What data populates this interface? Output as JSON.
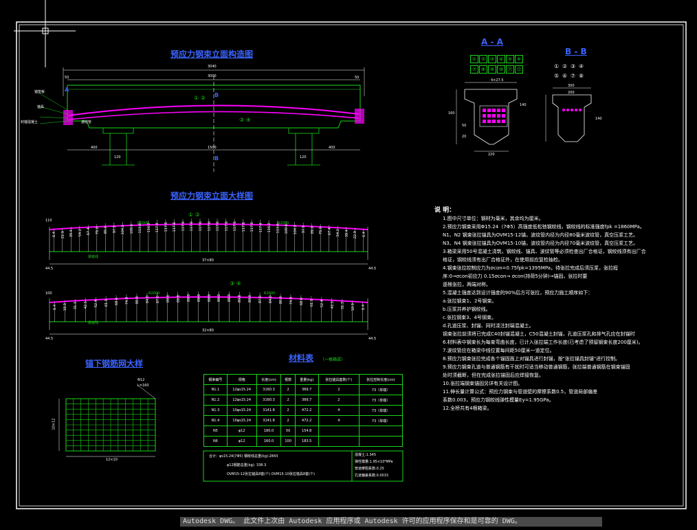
{
  "drawing_titles": {
    "elevation_duct": "预应力钢束立面构造图",
    "elevation_large": "预应力钢束立面大样图",
    "rebar_mesh": "锚下钢筋网大样",
    "material_table": "材料表",
    "material_table_sub": "（一根箱梁）",
    "section_a": "A - A",
    "section_b": "B - B"
  },
  "elevation_labels": {
    "total_len": "3040",
    "inner_len": "3000",
    "end_dim_left": "50",
    "end_dim_right": "50",
    "left_dim": "400",
    "center_dim": "1500",
    "right_dim": "400",
    "pier_left": "120",
    "pier_right": "120",
    "tendon_12": "① ②",
    "tendon_34": "③ ④",
    "mark_b_top": "B",
    "mark_b_bottom": "B",
    "mark_a": "A",
    "left_tag_1": "锚垫板",
    "left_tag_2": "锚具",
    "left_tag_3": "波纹管",
    "left_tag_4": "封锚混凝土"
  },
  "large_labels": {
    "tendon_12": "① ②",
    "tendon_34": "③ ④",
    "r1": "R2000",
    "r2": "R2000",
    "r3": "R2000",
    "r4": "R2000",
    "span1": "37×80",
    "span2": "32×80",
    "left_end1": "44.5",
    "right_end1": "44.5",
    "left_end2": "44.5",
    "right_end2": "44.5",
    "base1": "梁底线",
    "base2": "梁底线",
    "h1": "110",
    "h2": "100"
  },
  "tendon_values_1": [
    "6.4",
    "22.9",
    "39.4",
    "54.2",
    "67.4",
    "79.0",
    "89.0",
    "97.5",
    "104.2",
    "109.6",
    "113.6",
    "116.2",
    "117.4",
    "117.6",
    "117.6",
    "117.6",
    "117.6",
    "117.6",
    "117.6",
    "117.6",
    "117.6",
    "117.6",
    "117.6",
    "117.6",
    "117.4",
    "116.2",
    "113.6",
    "109.6",
    "104.2",
    "97.5",
    "89.0",
    "79.0",
    "67.4",
    "54.2",
    "39.4",
    "22.9",
    "6.4"
  ],
  "tendon_values_2": [
    "6.4",
    "18.9",
    "31.3",
    "42.5",
    "52.4",
    "61.1",
    "68.6",
    "74.9",
    "80.0",
    "84.0",
    "87.0",
    "89.0",
    "89.8",
    "89.9",
    "89.9",
    "89.9",
    "89.9",
    "89.9",
    "89.8",
    "89.0",
    "87.0",
    "84.0",
    "80.0",
    "74.9",
    "68.6",
    "61.1",
    "52.4",
    "42.5",
    "31.3",
    "18.9",
    "6.4"
  ],
  "mesh": {
    "label_phi": "Φ12",
    "label_len": "L=160",
    "width": "12×10",
    "height": "10×12"
  },
  "section_a_circles": [
    "①",
    "②",
    "③",
    "④",
    "⑤",
    "⑥",
    "⑦",
    "⑧",
    "⑨",
    "⑩",
    "⑪",
    "⑫"
  ],
  "section_a_dims": {
    "top": "4×27.5",
    "bottom_w": "220",
    "mid": "140",
    "h_total": "160",
    "left": "20",
    "lefth": "50"
  },
  "section_b_circles": [
    "①",
    "②",
    "③",
    "④",
    "⑤",
    "⑥",
    "⑦",
    "⑧"
  ],
  "section_b_dims": {
    "top": "300",
    "mid": "200",
    "h": "140"
  },
  "material_table": {
    "headers": [
      "钢束编号",
      "规格",
      "长度(cm)",
      "根数",
      "重量(kg)",
      "张拉锚具套数(个)",
      "张拉控制长度(cm)"
    ],
    "rows": [
      [
        "N1.1",
        "12φs15.24",
        "3160.3",
        "2",
        "369.7",
        "2",
        "73（单端）"
      ],
      [
        "N1.2",
        "12φs15.24",
        "3160.3",
        "2",
        "369.7",
        "2",
        "73（单端）"
      ],
      [
        "N1.3",
        "10φs15.24",
        "3141.8",
        "2",
        "472.2",
        "4",
        "73（单端）"
      ],
      [
        "N1.4",
        "10φs15.24",
        "3141.8",
        "2",
        "472.2",
        "4",
        "73（单端）"
      ],
      [
        "N5",
        "φ12",
        "180.0",
        "50",
        "154.8",
        "",
        ""
      ],
      [
        "N6",
        "φ12",
        "160.0",
        "100",
        "183.5",
        "",
        ""
      ]
    ],
    "total_line1": "合计：φs15.24(7Φ5)  钢绞线总重(kg):2843",
    "total_line2": "φ12钢筋总重(kg): 338.3",
    "total_line3": "OVM15-12张拉锚具8套(个)  OVM15-10张拉锚具8套(个)",
    "side_1": "混凝土:1.345",
    "side_2": "弹性模量:1.95×10⁵MPa",
    "side_3": "管道摩阻系数:0.25",
    "side_4": "孔道偏差系数:0.0015"
  },
  "notes": {
    "heading": "说 明：",
    "lines": [
      "1.图中尺寸单位：钢材为毫米，其余均为厘米。",
      "2.预应力钢束采用Φ15.24（7Φ5）高强度低松弛钢绞线，钢绞线的标准强度fpk =1860MPa。",
      "  N1、N2 钢束张拉锚具为OVM15-12锚，波纹管内径为内径80毫米波纹管，真空压浆工艺。",
      "  N3、N4 钢束张拉锚具为OVM15-10锚，波纹管内径为内径70毫米波纹管，真空压浆工艺。",
      "3.箱梁采用50号混凝土浇筑，钢绞线、锚具、波纹管等必须检查出厂合格证，钢绞线须有出厂合",
      "  格证，钢绞线须有出厂合格证外，在使用前应复检抽检。",
      "4.钢束张拉控制应力为σcon=0.75fpk=1395MPa，待张拉完成后须压浆，张拉程",
      "  序:0→σcon初应力 0.15σcon→ σcon(持荷5分钟)→锚固，张拉时要",
      "  逐根张拉，两端对称。",
      "5.混凝土强度达到设计强度的90%后方可张拉，预应力施工顺序如下：",
      "  a.张拉钢束1、2号钢束。",
      "  b.压浆并养护钢绞线。",
      "  c.张拉钢束3、4号钢束。",
      "  d.孔道压浆、封锚、同时浇注封端混凝土。",
      "  钢束张拉前须将已完成C40封锚混凝土，C50混凝土封锚，孔道压浆孔和排气孔应在封锚时",
      "6.材料表中钢束长为每束弯曲长度，已计入张拉端工作长度(已考虑了预留钢束长度200厘米)。",
      "7.波纹管应在箱梁中线位置每间距50厘米一道定位。",
      "8.预应力钢束张拉完成各个锚固面上对锚具进行封锚，按\"张拉锚具封锚\"进行控制。",
      "9.预应力钢束孔道与普通钢筋有干扰时可适当移动普通钢筋，张拉端普通钢筋在钢束锚固",
      "  处时须截断，但在完成张拉锚固后应焊接恢复。",
      "10.张拉端钢束锚固另详有关设计图。",
      "11.伸长量计算公式：预应力钢束与管道壁的摩擦系数0.5，管道局部偏差",
      "   系数0.003，预应力钢绞线弹性模量Ey=1.95GPa。",
      "12.全桥共有4根箱梁。"
    ]
  },
  "status_bar": "Autodesk DWG。  此文件上次由 Autodesk 应用程序或 Autodesk 许可的应用程序保存和是可靠的 DWG。",
  "colors": {
    "accent": "#3a63ff",
    "tendon": "#ff00ff",
    "structure": "#19d819",
    "text": "#ffffff",
    "bg": "#000000"
  }
}
